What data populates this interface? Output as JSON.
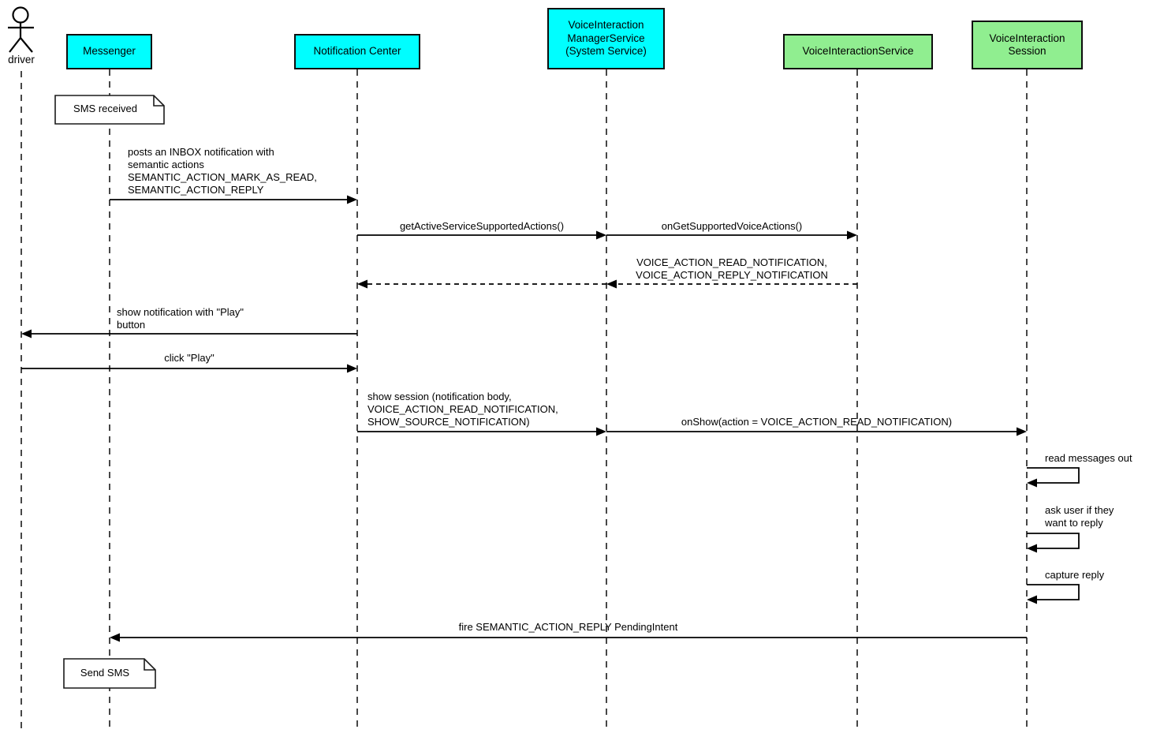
{
  "diagram": {
    "type": "uml-sequence-diagram",
    "colors": {
      "participant_cyan": "#00feff",
      "participant_green": "#90ee90",
      "line": "#000000",
      "note_background": "#ffffff",
      "background": "#ffffff"
    },
    "actor": {
      "name": "driver"
    },
    "participants": [
      {
        "label": "Messenger",
        "color": "cyan"
      },
      {
        "label": "Notification Center",
        "color": "cyan"
      },
      {
        "label": "VoiceInteraction\nManagerService\n(System Service)",
        "color": "cyan"
      },
      {
        "label": "VoiceInteractionService",
        "color": "green"
      },
      {
        "label": "VoiceInteraction\nSession",
        "color": "green"
      }
    ],
    "notes": [
      {
        "text": "SMS received",
        "attached_to": "Messenger"
      },
      {
        "text": "Send SMS",
        "attached_to": "Messenger"
      }
    ],
    "messages": [
      {
        "from": "Messenger",
        "to": "Notification Center",
        "style": "solid",
        "label": "posts an INBOX notification with\nsemantic actions\nSEMANTIC_ACTION_MARK_AS_READ,\nSEMANTIC_ACTION_REPLY"
      },
      {
        "from": "Notification Center",
        "to": "VoiceInteraction ManagerService",
        "style": "solid",
        "label": "getActiveServiceSupportedActions()"
      },
      {
        "from": "VoiceInteraction ManagerService",
        "to": "VoiceInteractionService",
        "style": "solid",
        "label": "onGetSupportedVoiceActions()"
      },
      {
        "from": "VoiceInteractionService",
        "to": "Notification Center",
        "style": "dashed-return",
        "label": "VOICE_ACTION_READ_NOTIFICATION,\nVOICE_ACTION_REPLY_NOTIFICATION"
      },
      {
        "from": "Notification Center",
        "to": "driver",
        "style": "solid",
        "label": "show notification with \"Play\"\nbutton"
      },
      {
        "from": "driver",
        "to": "Notification Center",
        "style": "solid",
        "label": "click \"Play\""
      },
      {
        "from": "Notification Center",
        "to": "VoiceInteraction ManagerService",
        "style": "solid",
        "label": "show session (notification body,\nVOICE_ACTION_READ_NOTIFICATION,\nSHOW_SOURCE_NOTIFICATION)"
      },
      {
        "from": "VoiceInteraction ManagerService",
        "to": "VoiceInteraction Session",
        "style": "solid",
        "label": "onShow(action = VOICE_ACTION_READ_NOTIFICATION)"
      },
      {
        "from": "VoiceInteraction Session",
        "to": "VoiceInteraction Session",
        "style": "self",
        "label": "read messages out"
      },
      {
        "from": "VoiceInteraction Session",
        "to": "VoiceInteraction Session",
        "style": "self",
        "label": "ask user if they\nwant to reply"
      },
      {
        "from": "VoiceInteraction Session",
        "to": "VoiceInteraction Session",
        "style": "self",
        "label": "capture reply"
      },
      {
        "from": "VoiceInteraction Session",
        "to": "Messenger",
        "style": "solid",
        "label": "fire SEMANTIC_ACTION_REPLY PendingIntent"
      }
    ]
  }
}
